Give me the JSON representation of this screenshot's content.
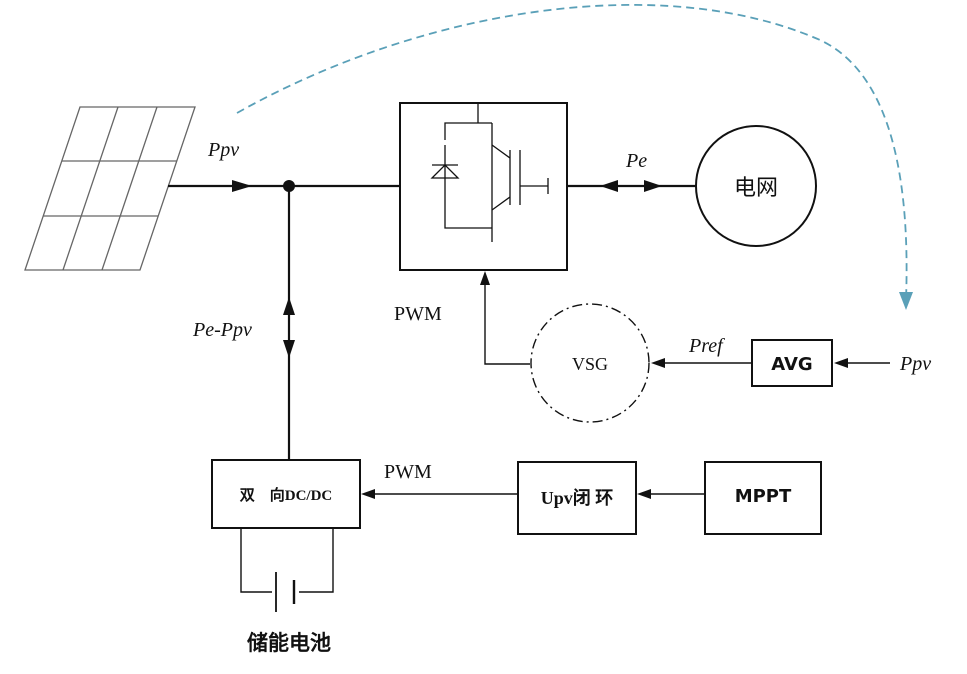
{
  "labels": {
    "ppv_top": "Ppv",
    "pe": "Pe",
    "grid": "电网",
    "pwm_inverter": "PWM",
    "pe_minus_ppv": "Pe-Ppv",
    "vsg": "VSG",
    "pref": "Pref",
    "avg": "AVG",
    "ppv_right": "Ppv",
    "pwm_dcdc": "PWM",
    "dcdc": "双　向DC/DC",
    "upv_loop": "Upv闭 环",
    "mppt": "MPPT",
    "storage": "储能电池"
  },
  "colors": {
    "line": "#111111",
    "dashed_arc": "#5aa0b8",
    "panel": "#555555"
  }
}
